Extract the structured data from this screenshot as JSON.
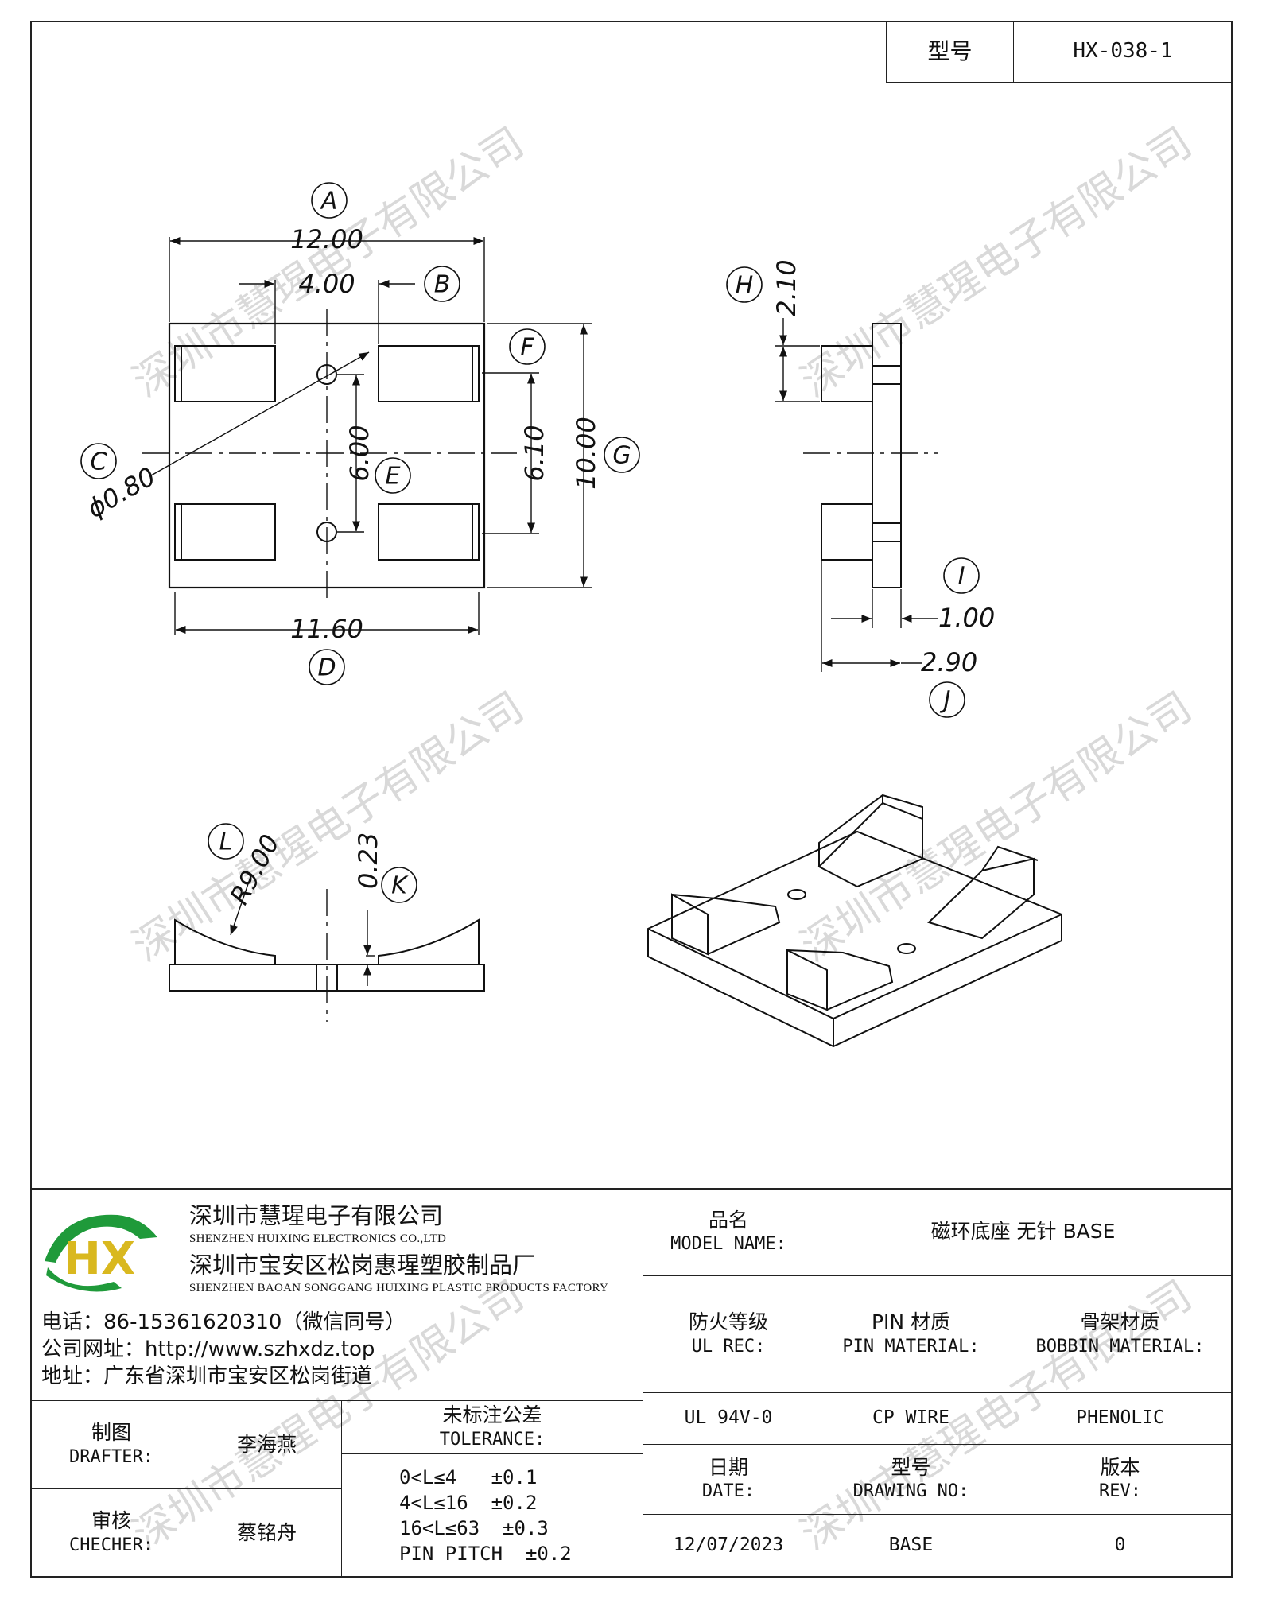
{
  "header": {
    "model_label": "型号",
    "model_value": "HX-038-1"
  },
  "watermark": "深圳市慧瑆电子有限公司",
  "drawing": {
    "top_view": {
      "labels": {
        "A": "A",
        "B": "B",
        "C": "C",
        "D": "D",
        "E": "E",
        "F": "F",
        "G": "G"
      },
      "dims": {
        "A": "12.00",
        "B": "4.00",
        "C": "ϕ0.80",
        "D": "11.60",
        "E": "6.00",
        "F": "6.10",
        "G": "10.00"
      }
    },
    "side_view": {
      "labels": {
        "H": "H",
        "I": "I",
        "J": "J"
      },
      "dims": {
        "H": "2.10",
        "I": "1.00",
        "J": "2.90"
      }
    },
    "front_view": {
      "labels": {
        "L": "L",
        "K": "K"
      },
      "dims": {
        "L": "R9.00",
        "K": "0.23"
      }
    }
  },
  "company": {
    "name_cn": "深圳市慧瑆电子有限公司",
    "name_en": "SHENZHEN HUIXING ELECTRONICS CO.,LTD",
    "factory_cn": "深圳市宝安区松岗惠瑆塑胶制品厂",
    "factory_en": "SHENZHEN BAOAN SONGGANG HUIXING PLASTIC PRODUCTS FACTORY",
    "phone": "电话：86-15361620310（微信同号）",
    "website": "公司网址：http://www.szhxdz.top",
    "address": "地址：广东省深圳市宝安区松岗街道",
    "logo_text": "HX"
  },
  "title_block": {
    "model_name_cn": "品名",
    "model_name_en": "MODEL NAME:",
    "model_name_value": "磁环底座 无针 BASE",
    "ul_cn": "防火等级",
    "ul_en": "UL REC:",
    "pin_cn": "PIN 材质",
    "pin_en": "PIN MATERIAL:",
    "bobbin_cn": "骨架材质",
    "bobbin_en": "BOBBIN MATERIAL:",
    "ul_value": "UL 94V-0",
    "pin_value": "CP WIRE",
    "bobbin_value": "PHENOLIC",
    "date_cn": "日期",
    "date_en": "DATE:",
    "drawing_no_cn": "型号",
    "drawing_no_en": "DRAWING NO:",
    "rev_cn": "版本",
    "rev_en": "REV:",
    "date_value": "12/07/2023",
    "drawing_no_value": "BASE",
    "rev_value": "0",
    "drafter_cn": "制图",
    "drafter_en": "DRAFTER:",
    "drafter_value": "李海燕",
    "checker_cn": "审核",
    "checker_en": "CHECHER:",
    "checker_value": "蔡铭舟",
    "tolerance_cn": "未标注公差",
    "tolerance_en": "TOLERANCE:",
    "tolerance_lines": [
      "0<L≤4   ±0.1",
      "4<L≤16  ±0.2",
      "16<L≤63  ±0.3",
      "PIN PITCH  ±0.2"
    ]
  }
}
